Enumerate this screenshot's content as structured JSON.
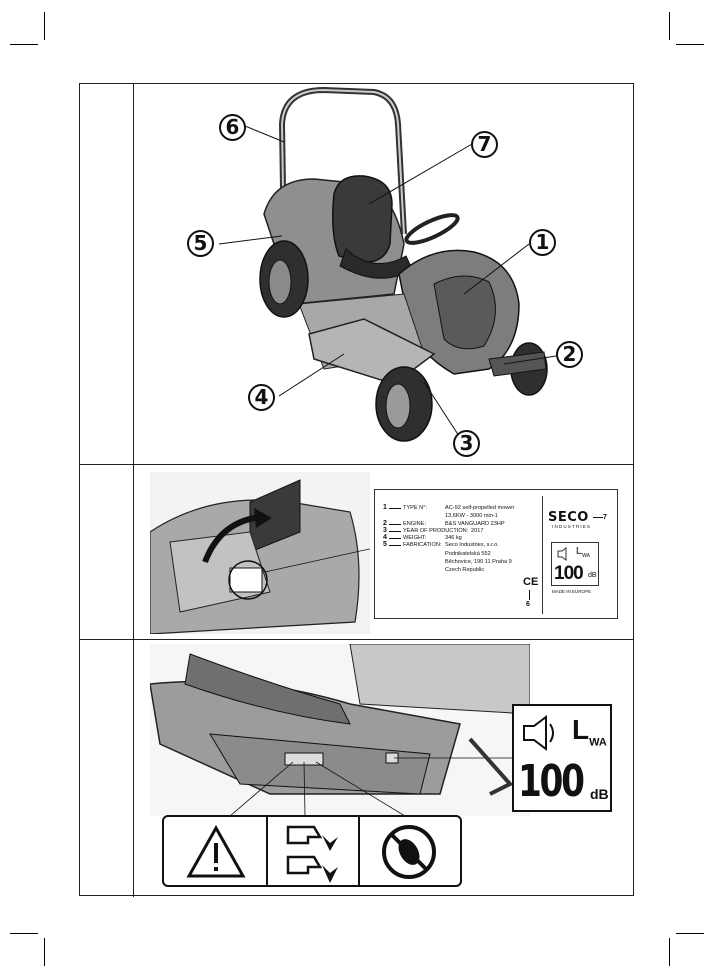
{
  "figure1": {
    "callouts": [
      "1",
      "2",
      "3",
      "4",
      "5",
      "6",
      "7"
    ]
  },
  "plate": {
    "rows": [
      {
        "num": "1",
        "label": "TYPE N°:",
        "value": "AC-92 self-propelled mower"
      },
      {
        "num": "",
        "label": "",
        "value": "13,6KW - 3000 min-1"
      },
      {
        "num": "2",
        "label": "ENGINE:",
        "value": "B&S VANGUARD 23HP"
      },
      {
        "num": "3",
        "label": "YEAR OF PRODUCTION:",
        "value": "2017"
      },
      {
        "num": "4",
        "label": "WEIGHT:",
        "value": "346 kg"
      },
      {
        "num": "5",
        "label": "FABRICATION:",
        "value": "Seco Industries, s.r.o."
      },
      {
        "num": "",
        "label": "",
        "value": "Podnikatelská 552"
      },
      {
        "num": "",
        "label": "",
        "value": "Běchovice, 190 11 Praha 9"
      },
      {
        "num": "",
        "label": "",
        "value": "Czech Republic"
      }
    ],
    "brand": "SECO",
    "brand_sub": "INDUSTRIES",
    "noise_value": "100",
    "noise_unit": "dB",
    "noise_symbol": "L",
    "noise_symbol_sub": "WA",
    "made_in": "MADE IN EUROPE",
    "ce_mark": "CE",
    "callout_6": "6",
    "callout_7": "7"
  },
  "figure3": {
    "noise_value": "100",
    "noise_unit": "dB",
    "noise_symbol": "L",
    "noise_symbol_sub": "WA"
  },
  "colors": {
    "line": "#111111",
    "body_fill": "#9a9a9a",
    "deck_fill": "#b5b5b5"
  }
}
